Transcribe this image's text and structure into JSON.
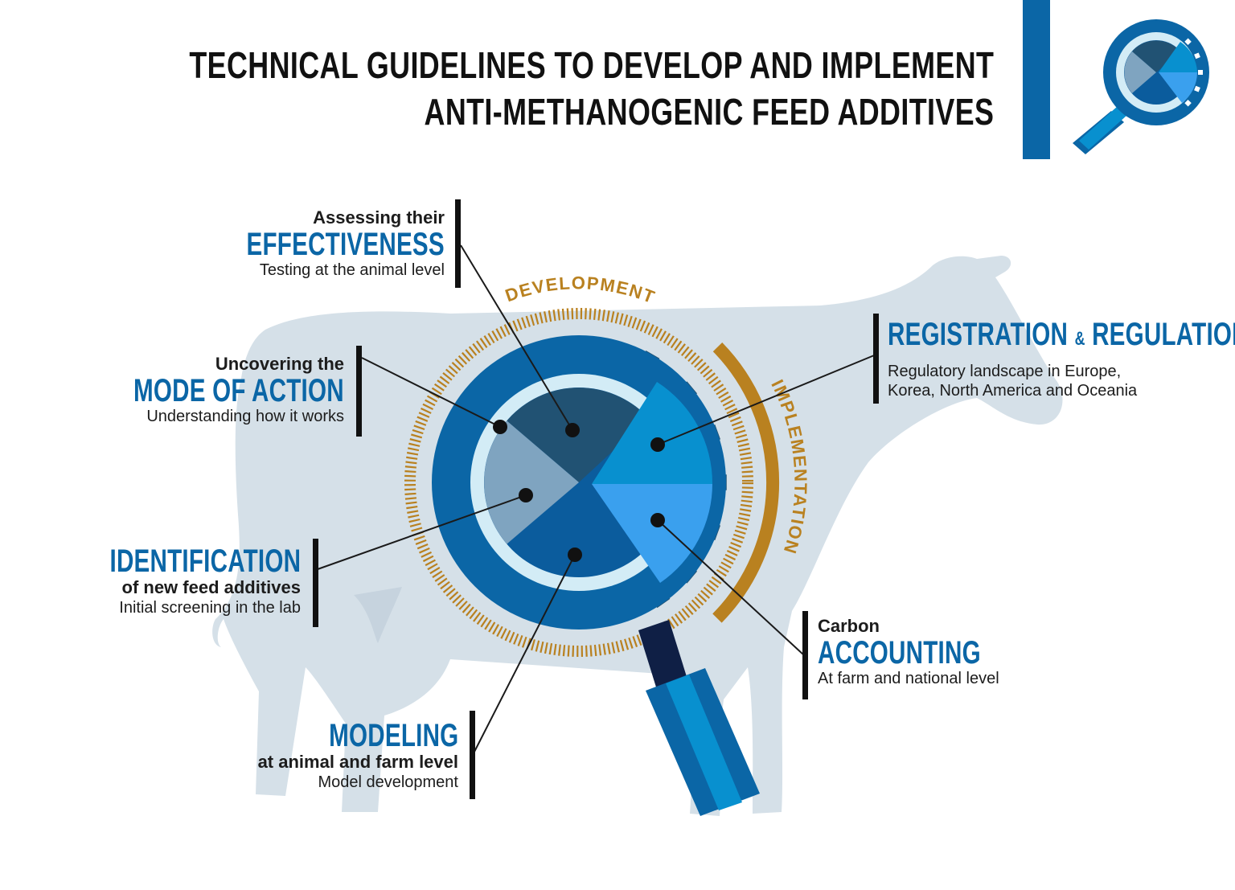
{
  "title": {
    "line1": "TECHNICAL GUIDELINES TO DEVELOP AND IMPLEMENT",
    "line2": "ANTI-METHANOGENIC FEED ADDITIVES"
  },
  "arcs": {
    "development": "DEVELOPMENT",
    "implementation": "IMPLEMENTATION"
  },
  "items": {
    "effectiveness": {
      "pre": "Assessing their",
      "highlight": "EFFECTIVENESS",
      "desc": "Testing at the animal level"
    },
    "mode_of_action": {
      "pre": "Uncovering the",
      "highlight": "MODE OF ACTION",
      "desc": "Understanding how it works"
    },
    "identification": {
      "highlight": "IDENTIFICATION",
      "post": "of new feed additives",
      "desc": "Initial screening in the lab"
    },
    "modeling": {
      "highlight": "MODELING",
      "post": "at animal and farm level",
      "desc": "Model development"
    },
    "registration": {
      "highlight_a": "REGISTRATION",
      "amp": "&",
      "highlight_b": "REGULATION",
      "desc1": "Regulatory landscape in Europe,",
      "desc2": "Korea, North America and Oceania"
    },
    "accounting": {
      "pre": "Carbon",
      "highlight": "ACCOUNTING",
      "desc": "At farm and national level"
    }
  },
  "colors": {
    "navy": "#0b66a6",
    "dark_navy": "#215273",
    "accent_gold": "#b98120",
    "cow": "#d5e0e8",
    "light_ring": "#d3ecf6",
    "slice_grey": "#7fa4c0",
    "slice_blue": "#0890cf",
    "slice_light": "#3aa0ee",
    "slice_mid": "#0b5c9d"
  }
}
